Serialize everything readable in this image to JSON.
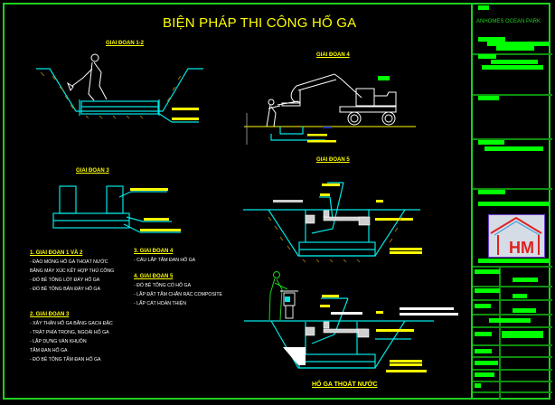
{
  "drawing": {
    "title": "BIỆN PHÁP THI CÔNG HỐ GA",
    "bottom_caption": "HỐ GA THOÁT NƯỚC",
    "stages": {
      "s12": "GIAI ĐOẠN 1-2",
      "s3": "GIAI ĐOẠN 3",
      "s4": "GIAI ĐOẠN 4",
      "s5": "GIAI ĐOẠN 5"
    }
  },
  "notes": {
    "group1": {
      "heading": "1. GIAI ĐOẠN 1 VÀ 2",
      "items": [
        "- ĐÀO MÓNG HỐ GA THOÁT NƯỚC",
        "  BẰNG MÁY XÚC KẾT HỢP THỦ CÔNG",
        "- ĐỔ BÊ TÔNG LÓT ĐÁY HỐ GA",
        "- ĐỔ BÊ TÔNG BẢN ĐÁY HỐ GA"
      ]
    },
    "group2": {
      "heading": "2. GIAI ĐOẠN 3",
      "items": [
        "- XÂY THÂN HỐ GA BẰNG GẠCH ĐẶC",
        "- TRÁT PHÍA TRONG, NGOÀI HỐ GA",
        "- LẮP DỰNG VÁN KHUÔN",
        "  TẤM ĐAN HỐ GA",
        "- ĐỔ BÊ TÔNG TẤM ĐAN HỐ GA"
      ]
    },
    "group3": {
      "heading": "3. GIAI ĐOẠN 4",
      "items": [
        "- CẨU LẮP TẤM ĐAN HỐ GA"
      ]
    },
    "group4": {
      "heading": "4. GIAI ĐOẠN 5",
      "items": [
        "- ĐỔ BÊ TÔNG CỔ HỐ GA",
        "- LẮP ĐẶT TẤM CHẮN RÁC COMPOSITE",
        "- LẤP CÁT HOÀN THIỆN"
      ]
    }
  },
  "title_block": {
    "project": "ANHOMES OCEAN PARK",
    "logo_text": "HM"
  },
  "colors": {
    "frame": "#1fd11f",
    "title": "#ffff00",
    "structure": "#00e5e5",
    "soil": "#b8860b",
    "figure": "#ffffff",
    "worker2": "#1fd11f"
  }
}
